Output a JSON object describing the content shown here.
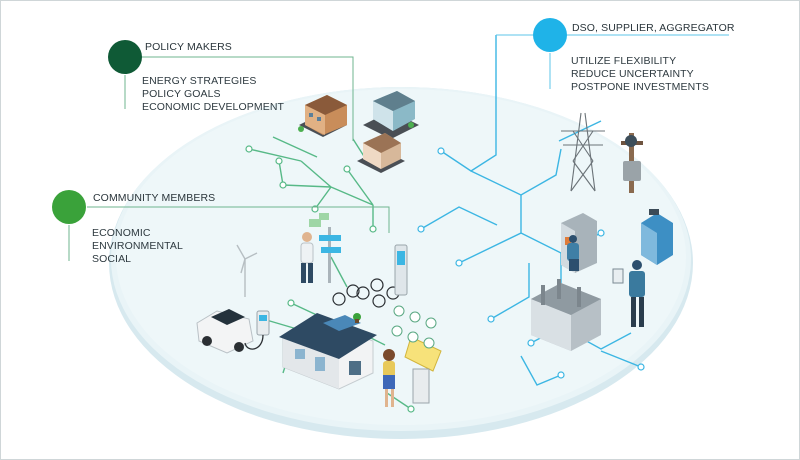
{
  "groups": {
    "policy": {
      "title": "POLICY MAKERS",
      "color": "#0f5a36",
      "items": [
        "ENERGY STRATEGIES",
        "POLICY GOALS",
        "ECONOMIC DEVELOPMENT"
      ]
    },
    "community": {
      "title": "COMMUNITY MEMBERS",
      "color": "#3aa23a",
      "items": [
        "ECONOMIC",
        "ENVIRONMENTAL",
        "SOCIAL"
      ]
    },
    "dso": {
      "title": "DSO, SUPPLIER, AGGREGATOR",
      "color": "#1fb3e8",
      "items": [
        "UTILIZE FLEXIBILITY",
        "REDUCE UNCERTAINTY",
        "POSTPONE INVESTMENTS"
      ]
    }
  },
  "colors": {
    "platform": "#e7f3f6",
    "platform_rim": "#d2e6ec",
    "network_green": "#57b987",
    "network_blue": "#3cb6e3",
    "house_roof": "#2e4a63",
    "house_wall": "#f2f3f4"
  },
  "icons": [
    "buildings-icon",
    "transmission-tower-icon",
    "pole-transformer-icon",
    "substation-icon",
    "control-cabinet-icon",
    "technician-icon",
    "wind-turbine-icon",
    "electric-car-icon",
    "charger-icon",
    "house-solar-icon",
    "bicycle-icon",
    "person-icon",
    "kiosk-icon"
  ]
}
